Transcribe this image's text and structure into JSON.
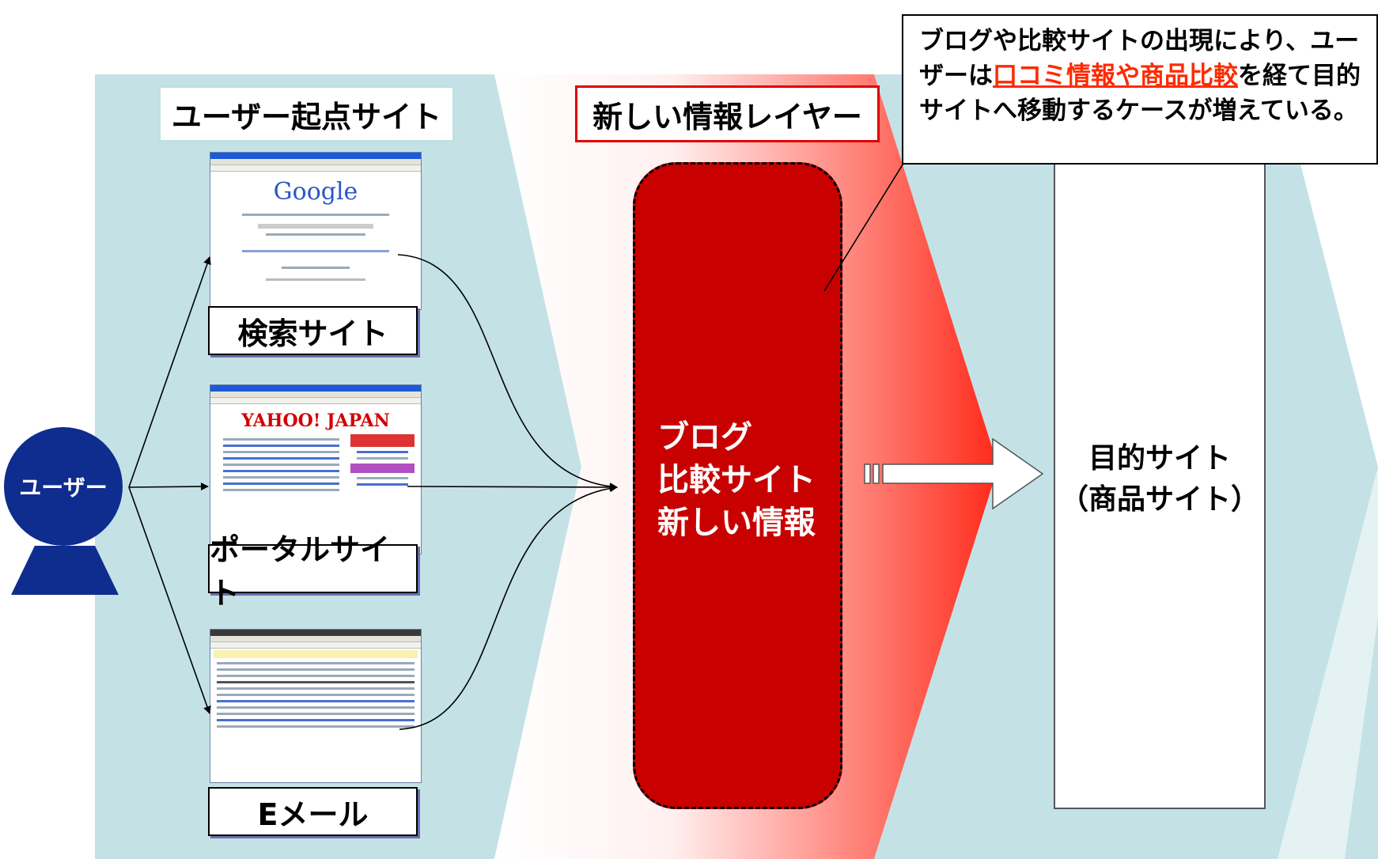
{
  "headers": {
    "user_origin": "ユーザー起点サイト",
    "new_layer": "新しい情報レイヤー"
  },
  "user": {
    "label": "ユーザー"
  },
  "sites": [
    {
      "label": "検索サイト",
      "logo": "Google"
    },
    {
      "label": "ポータルサイト",
      "logo": "YAHOO! JAPAN"
    },
    {
      "label": "Eメール"
    }
  ],
  "center": {
    "lines": [
      "ブログ",
      "比較サイト",
      "新しい情報"
    ]
  },
  "destination": {
    "lines": [
      "目的サイト",
      "（商品サイト）"
    ]
  },
  "note": {
    "part1": "ブログや比較サイトの出現により、ユーザーは",
    "highlight": "口コミ情報や商品比較",
    "part2": "を経て目的サイトへ移動するケースが増えている。"
  },
  "colors": {
    "band": "#c4e2e6",
    "red_layer": "#c80000",
    "user": "#0f2c8f",
    "highlight": "#ff2a00"
  }
}
